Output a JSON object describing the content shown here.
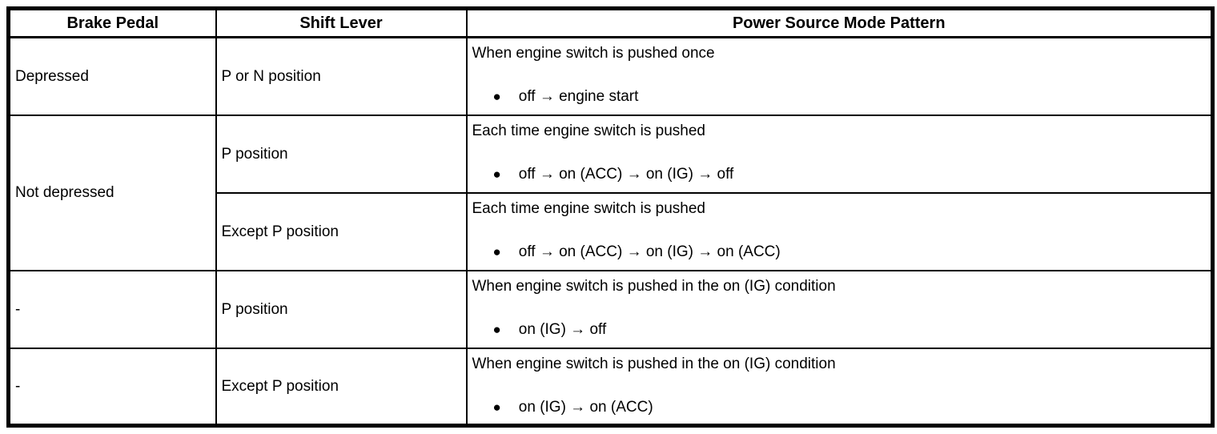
{
  "glyphs": {
    "bullet": "●"
  },
  "table": {
    "columns": [
      {
        "label": "Brake Pedal"
      },
      {
        "label": "Shift Lever"
      },
      {
        "label": "Power Source Mode Pattern"
      }
    ],
    "rows": [
      {
        "brake_pedal": "Depressed",
        "shift_lever": "P or N position",
        "condition": "When engine switch is pushed once",
        "pattern": "off → engine start"
      },
      {
        "brake_pedal": "Not depressed",
        "shift_lever": "P position",
        "condition": "Each time engine switch is pushed",
        "pattern": "off → on (ACC) → on (IG) → off"
      },
      {
        "shift_lever": "Except P position",
        "condition": "Each time engine switch is pushed",
        "pattern": "off → on (ACC) → on (IG) → on (ACC)"
      },
      {
        "brake_pedal": "-",
        "shift_lever": "P position",
        "condition": "When engine switch is pushed in the on (IG) condition",
        "pattern": "on (IG) → off"
      },
      {
        "brake_pedal": "-",
        "shift_lever": "Except P position",
        "condition": "When engine switch is pushed in the on (IG) condition",
        "pattern": "on (IG) → on (ACC)"
      }
    ]
  }
}
